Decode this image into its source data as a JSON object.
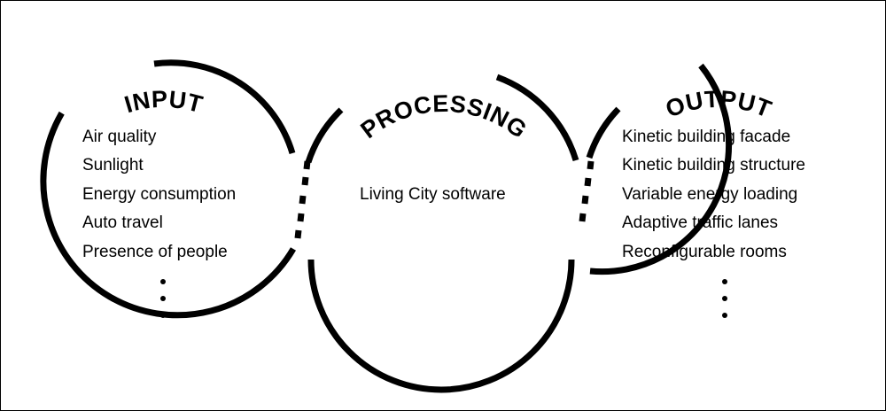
{
  "colors": {
    "background": "#ffffff",
    "line": "#000000",
    "text": "#000000"
  },
  "input": {
    "title": "INPUT",
    "items": [
      "Air quality",
      "Sunlight",
      "Energy consumption",
      "Auto travel",
      "Presence of people"
    ]
  },
  "processing": {
    "title": "PROCESSING",
    "items": [
      "Living City software"
    ]
  },
  "output": {
    "title": "OUTPUT",
    "items": [
      "Kinetic building facade",
      "Kinetic building structure",
      "Variable energy loading",
      "Adaptive traffic lanes",
      "Reconfigurable rooms"
    ]
  }
}
